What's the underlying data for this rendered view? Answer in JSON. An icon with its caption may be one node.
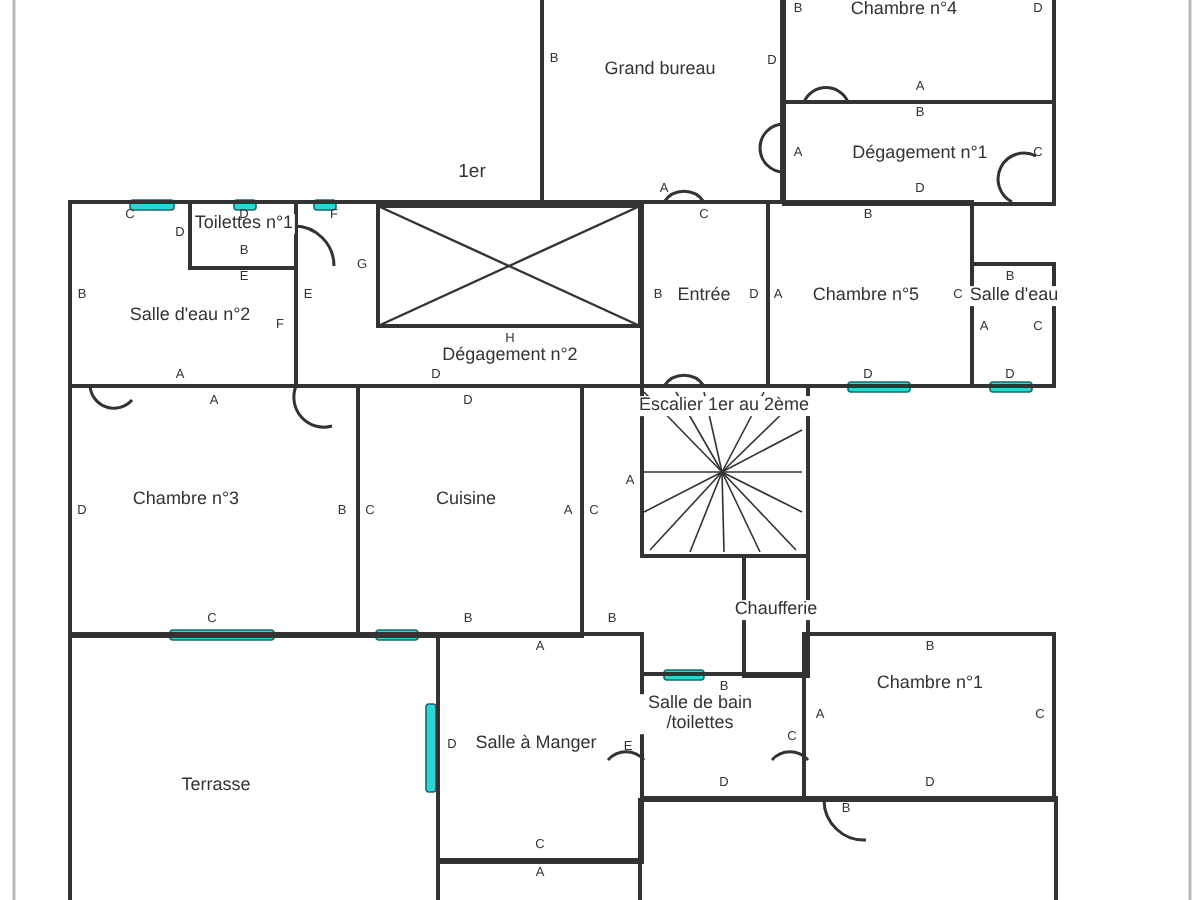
{
  "diagram": {
    "nodes": [
      {
        "text": [
          "Grand bureau"
        ]
      },
      {
        "text": [
          "Chambre n°4"
        ]
      },
      {
        "text": [
          "Dégagement n°1"
        ]
      },
      {
        "text": [
          "Salle d'eau n°2"
        ]
      },
      {
        "text": [
          "Toilettes n°1"
        ],
        "in": 3
      },
      {
        "text": [
          "Dégagement n°2"
        ]
      },
      {
        "text": [
          "Entrée"
        ]
      },
      {
        "text": [
          "Chambre n°5"
        ]
      },
      {
        "text": [
          "Salle d'eau"
        ]
      },
      {
        "text": [
          "Chambre n°3"
        ]
      },
      {
        "text": [
          "Cuisine"
        ]
      },
      {
        "text": [
          "Escalier 1er au 2ème"
        ]
      },
      {
        "text": [
          "Chaufferie"
        ]
      },
      {
        "text": [
          "Chambre n°1"
        ]
      },
      {
        "text": [
          "Terrasse"
        ]
      },
      {
        "text": [
          "Salle à Manger"
        ]
      },
      {
        "text": [
          "Salle de bain /toilettes"
        ]
      }
    ],
    "edges": [],
    "labels": [
      "B",
      "D",
      "B",
      "D",
      "A",
      "B",
      "A",
      "C",
      "1er",
      "A",
      "D",
      "C",
      "D",
      "F",
      "C",
      "B",
      "D",
      "B",
      "G",
      "E",
      "B",
      "B",
      "E",
      "B",
      "D",
      "A",
      "C",
      "F",
      "A",
      "C",
      "H",
      "A",
      "D",
      "D",
      "D",
      "A",
      "D",
      "A",
      "D",
      "B",
      "C",
      "A",
      "C",
      "C",
      "B",
      "B",
      "A",
      "B",
      "B",
      "A",
      "C",
      "C",
      "D",
      "E",
      "D",
      "D",
      "B",
      "C",
      "A"
    ]
  }
}
